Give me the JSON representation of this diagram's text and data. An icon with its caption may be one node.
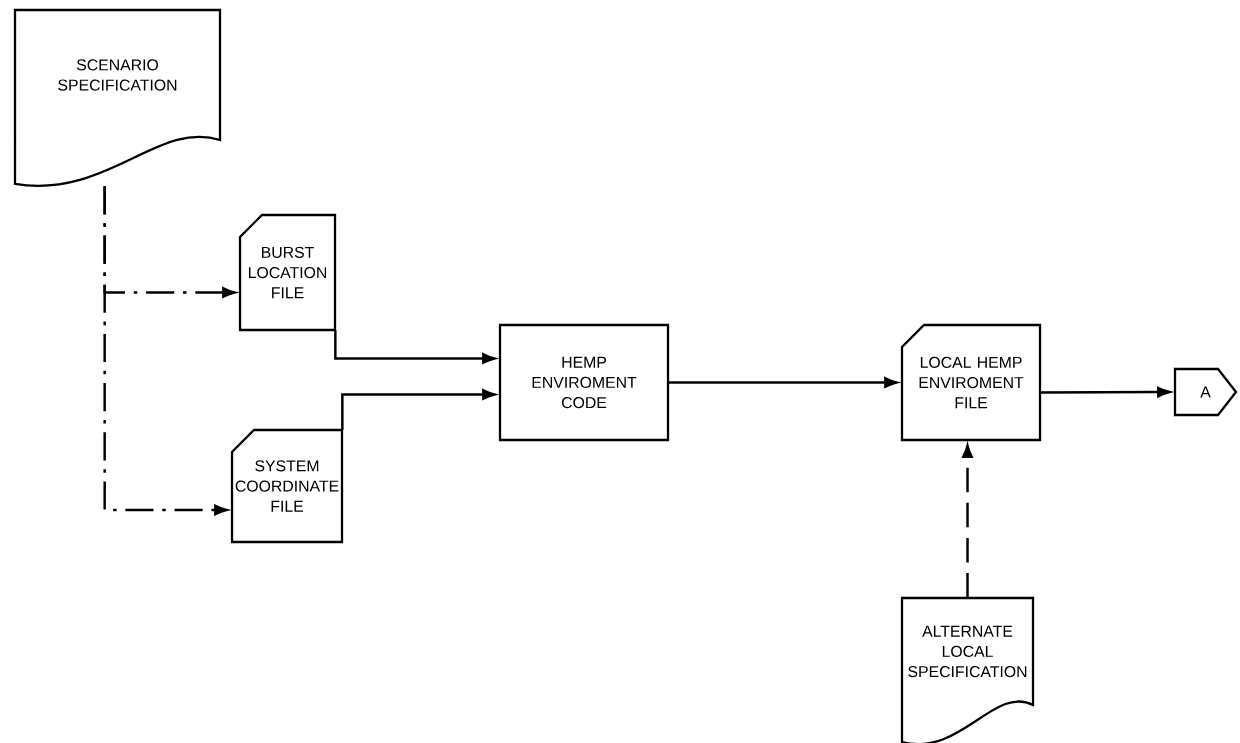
{
  "diagram": {
    "nodes": [
      {
        "text": [
          "SCENARIO SPECIFICATION"
        ]
      },
      {
        "text": [
          "BURST LOCATION FILE"
        ]
      },
      {
        "text": [
          "SYSTEM COORDINATE FILE"
        ]
      },
      {
        "text": [
          "HEMP ENVIROMENT CODE"
        ]
      },
      {
        "text": [
          "LOCAL HEMP ENVIROMENT FILE"
        ]
      },
      {
        "text": [
          "A"
        ]
      },
      {
        "text": [
          "ALTERNATE LOCAL SPECIFICATION"
        ]
      }
    ],
    "edges": [
      {
        "from": 0,
        "to": 1,
        "arrow": "to",
        "style": "dashed"
      },
      {
        "from": 0,
        "to": 2,
        "arrow": "to",
        "style": "dashed"
      },
      {
        "from": 1,
        "to": 3,
        "arrow": "to"
      },
      {
        "from": 2,
        "to": 3,
        "arrow": "to"
      },
      {
        "from": 3,
        "to": 4,
        "arrow": "to"
      },
      {
        "from": 4,
        "to": 5,
        "arrow": "to"
      },
      {
        "from": 6,
        "to": 4,
        "arrow": "to",
        "style": "dashed"
      }
    ]
  }
}
